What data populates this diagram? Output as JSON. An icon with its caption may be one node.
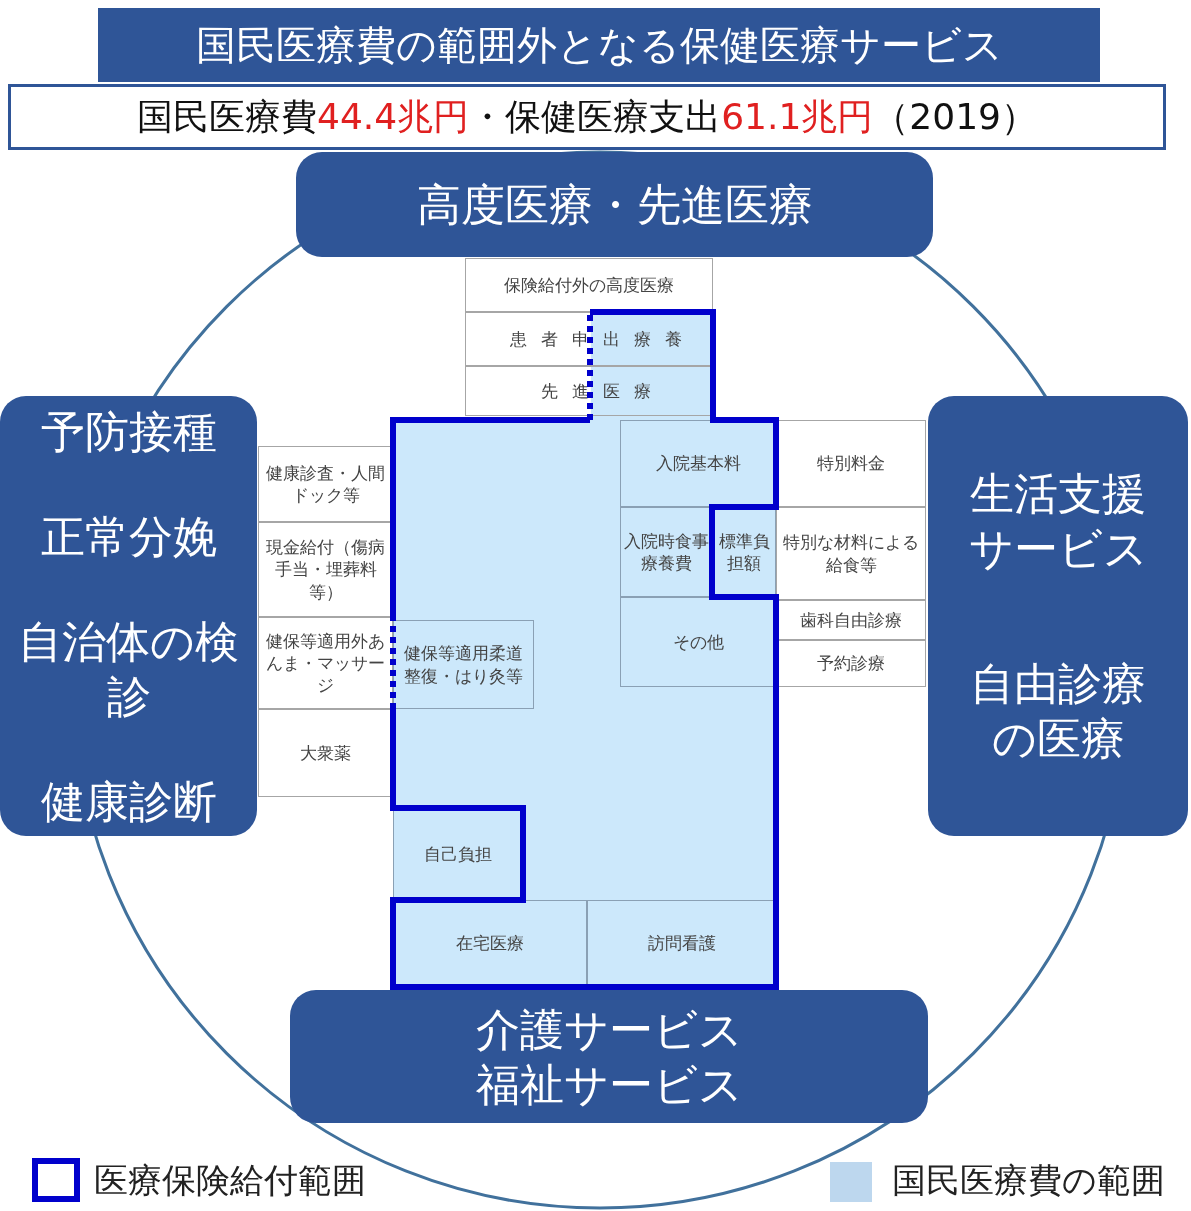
{
  "diagram": {
    "title": "国民医療費の範囲外となる保健医療サービス",
    "nodes": [
      {
        "text": [
          "国民医療費",
          "44.4兆円",
          "・保健医療支出",
          "61.1兆円",
          "（2019）"
        ]
      },
      {
        "text": [
          "高度医療・先進医療"
        ]
      },
      {
        "text": [
          "保険給付外の高度医療"
        ]
      },
      {
        "text": [
          "患者申出療養"
        ]
      },
      {
        "text": [
          "先進医療"
        ]
      },
      {
        "text": [
          "予防接種",
          "正常分娩",
          "自治体の検診",
          "健康診断"
        ]
      },
      {
        "text": [
          "健康診査・人間ドック等"
        ]
      },
      {
        "text": [
          "現金給付（傷病手当・埋葬料等）"
        ]
      },
      {
        "text": [
          "健保等適用外あんま・マッサージ"
        ]
      },
      {
        "text": [
          "健保等適用柔道整復・はり灸等"
        ]
      },
      {
        "text": [
          "大衆薬"
        ]
      },
      {
        "text": [
          "入院基本料"
        ]
      },
      {
        "text": [
          "特別料金"
        ]
      },
      {
        "text": [
          "入院時食事療養費"
        ]
      },
      {
        "text": [
          "標準負担額"
        ]
      },
      {
        "text": [
          "特別な材料による給食等"
        ]
      },
      {
        "text": [
          "歯科自由診療"
        ]
      },
      {
        "text": [
          "予約診療"
        ]
      },
      {
        "text": [
          "その他"
        ]
      },
      {
        "text": [
          "生活支援サービス",
          "自由診療の医療"
        ]
      },
      {
        "text": [
          "自己負担"
        ]
      },
      {
        "text": [
          "在宅医療"
        ]
      },
      {
        "text": [
          "訪問看護"
        ]
      },
      {
        "text": [
          "介護サービス",
          "福祉サービス"
        ]
      }
    ],
    "legend": [
      {
        "text": "医療保険給付範囲"
      },
      {
        "text": "国民医療費の範囲",
        "color": "#bdd7ee"
      }
    ]
  }
}
